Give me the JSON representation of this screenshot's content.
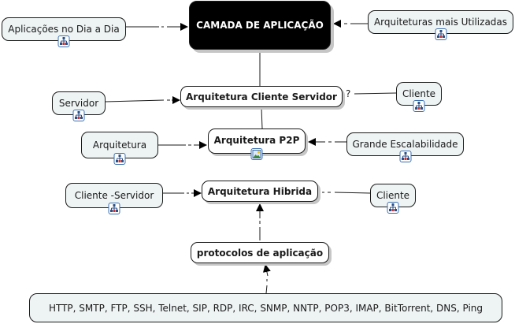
{
  "root": {
    "label": "CAMADA DE APLICAÇÃO",
    "bg": "#000000",
    "fg": "#ffffff"
  },
  "concepts": {
    "cliente_servidor": "Arquitetura Cliente Servidor",
    "p2p": "Arquitetura P2P",
    "hibrida": "Arquitetura Hibrida",
    "protocolos": "protocolos de aplicação"
  },
  "resources": {
    "aplicacoes": "Aplicações no Dia a Dia",
    "arquiteturas_utilizadas": "Arquiteturas mais Utilizadas",
    "servidor": "Servidor",
    "cliente1": "Cliente",
    "arquitetura": "Arquitetura",
    "escalabilidade": "Grande Escalabilidade",
    "cliente_servidor": "Cliente -Servidor",
    "cliente2": "Cliente",
    "protocol_list": "HTTP, SMTP, FTP, SSH, Telnet, SIP, RDP, IRC, SNMP, NNTP, POP3, IMAP, BitTorrent, DNS, Ping"
  },
  "link_labels": {
    "question": "?"
  },
  "colors": {
    "resource_bg": "#eef3f4",
    "concept_bg": "#ffffff",
    "icon_border": "#3a6fb0",
    "line": "#1a1a1a"
  },
  "icons": {
    "hierarchy": "hierarchy-icon",
    "image": "image-icon"
  }
}
